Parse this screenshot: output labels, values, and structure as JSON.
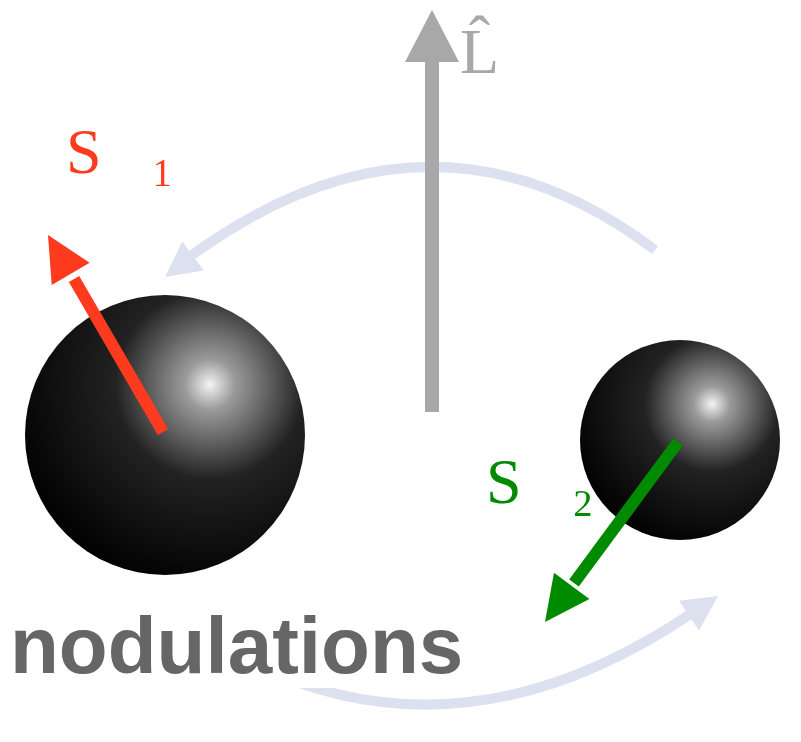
{
  "diagram": {
    "labels": [
      "L̂",
      "S⃗₁",
      "S⃗₂",
      "nodulations"
    ]
  }
}
